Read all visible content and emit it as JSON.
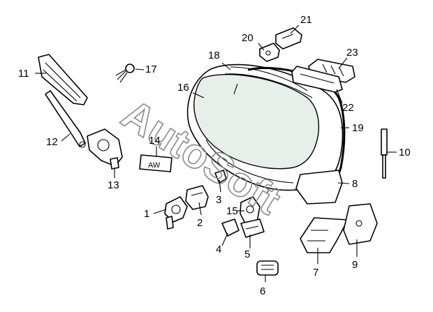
{
  "watermark": "AutoSoft",
  "callouts": [
    "1",
    "2",
    "3",
    "4",
    "5",
    "6",
    "7",
    "8",
    "9",
    "10",
    "11",
    "12",
    "13",
    "14",
    "15",
    "16",
    "17",
    "18",
    "19",
    "20",
    "21",
    "22",
    "23"
  ],
  "badge_text": "AW"
}
